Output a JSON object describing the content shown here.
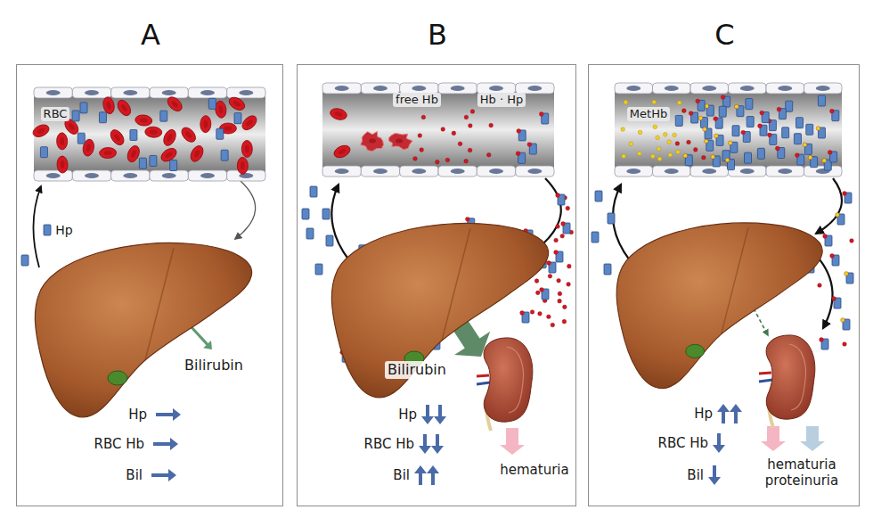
{
  "diagram": {
    "nodes": [
      {
        "text": [
          "A"
        ]
      },
      {
        "text": [
          "B"
        ]
      },
      {
        "text": [
          "C"
        ]
      }
    ],
    "labels": [
      "RBC",
      "Hp",
      "Bilirubin",
      "Hp",
      "RBC Hb",
      "Bil",
      "free Hb",
      "Hb · Hp",
      "Bilirubin",
      "hematuria",
      "Hp",
      "RBC Hb",
      "Bil",
      "MetHb",
      "Hp",
      "RBC Hb",
      "Bil",
      "hematuria proteinuria"
    ]
  }
}
